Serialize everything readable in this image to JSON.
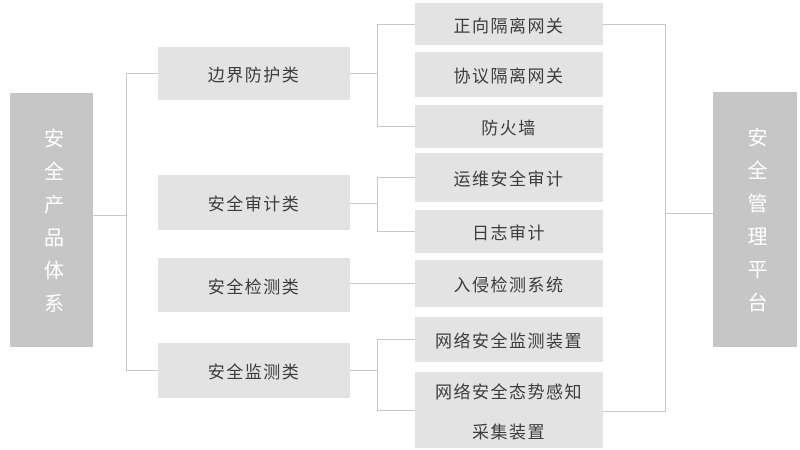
{
  "diagram": {
    "left_root": {
      "label": "安全产品体系"
    },
    "right_root": {
      "label": "安全管理平台"
    },
    "categories": [
      {
        "label": "边界防护类",
        "items": [
          {
            "label": "正向隔离网关"
          },
          {
            "label": "协议隔离网关"
          },
          {
            "label": "防火墙"
          }
        ]
      },
      {
        "label": "安全审计类",
        "items": [
          {
            "label": "运维安全审计"
          },
          {
            "label": "日志审计"
          }
        ]
      },
      {
        "label": "安全检测类",
        "items": [
          {
            "label": "入侵检测系统"
          }
        ]
      },
      {
        "label": "安全监测类",
        "items": [
          {
            "label": "网络安全监测装置"
          },
          {
            "label_line1": "网络安全态势感知",
            "label_line2": "采集装置"
          }
        ]
      }
    ],
    "colors": {
      "root_box_bg": "#c6c6c6",
      "root_box_text": "#ffffff",
      "node_box_bg": "#e3e3e3",
      "node_text": "#3c3c3c",
      "connector": "#c8c8c8",
      "background": "#ffffff"
    }
  }
}
